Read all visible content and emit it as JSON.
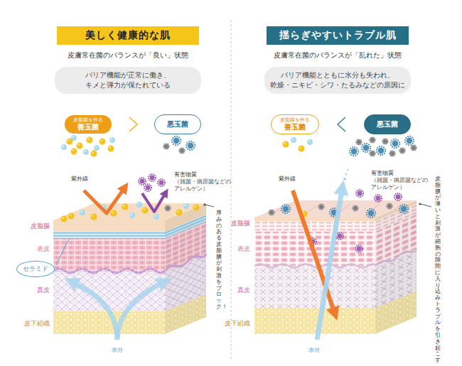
{
  "diagram": {
    "nodes": [
      {
        "text": [
          "美しく健康的な肌"
        ]
      },
      {
        "text": [
          "バリア機能が正常に働き、 キメと弾力が保たれている"
        ]
      },
      {
        "text": [
          "皮脂膜を作る",
          "善玉菌"
        ]
      },
      {
        "text": [
          "悪玉菌"
        ]
      },
      {
        "text": [
          "セラミド"
        ]
      },
      {
        "text": [
          "揺らぎやすいトラブル肌"
        ]
      },
      {
        "text": [
          "バリア機能とともに水分も失われ、 乾燥・ニキビ・シワ・たるみなどの原因に"
        ]
      },
      {
        "text": [
          "皮脂膜を作る",
          "善玉菌"
        ]
      },
      {
        "text": [
          "悪玉菌"
        ]
      }
    ],
    "labels": [
      "皮膚常在菌のバランスが「良い」状態",
      "紫外線",
      "有害物質",
      "（雑菌・病原菌などの アレルゲン）",
      "皮脂膜",
      "表皮",
      "真皮",
      "皮下組織",
      "厚みのある皮脂膜が刺激をブロック！",
      "水分",
      "皮膚常在菌のバランスが「乱れた」状態",
      "紫外線",
      "有害物質",
      "（雑菌・病原菌などの アレルゲン）",
      "皮脂膜",
      "表皮",
      "真皮",
      "皮下組織",
      "皮脂膜が薄いと刺激が細胞の隙間に入り込みトラブルを引き起こす",
      "水分"
    ]
  }
}
